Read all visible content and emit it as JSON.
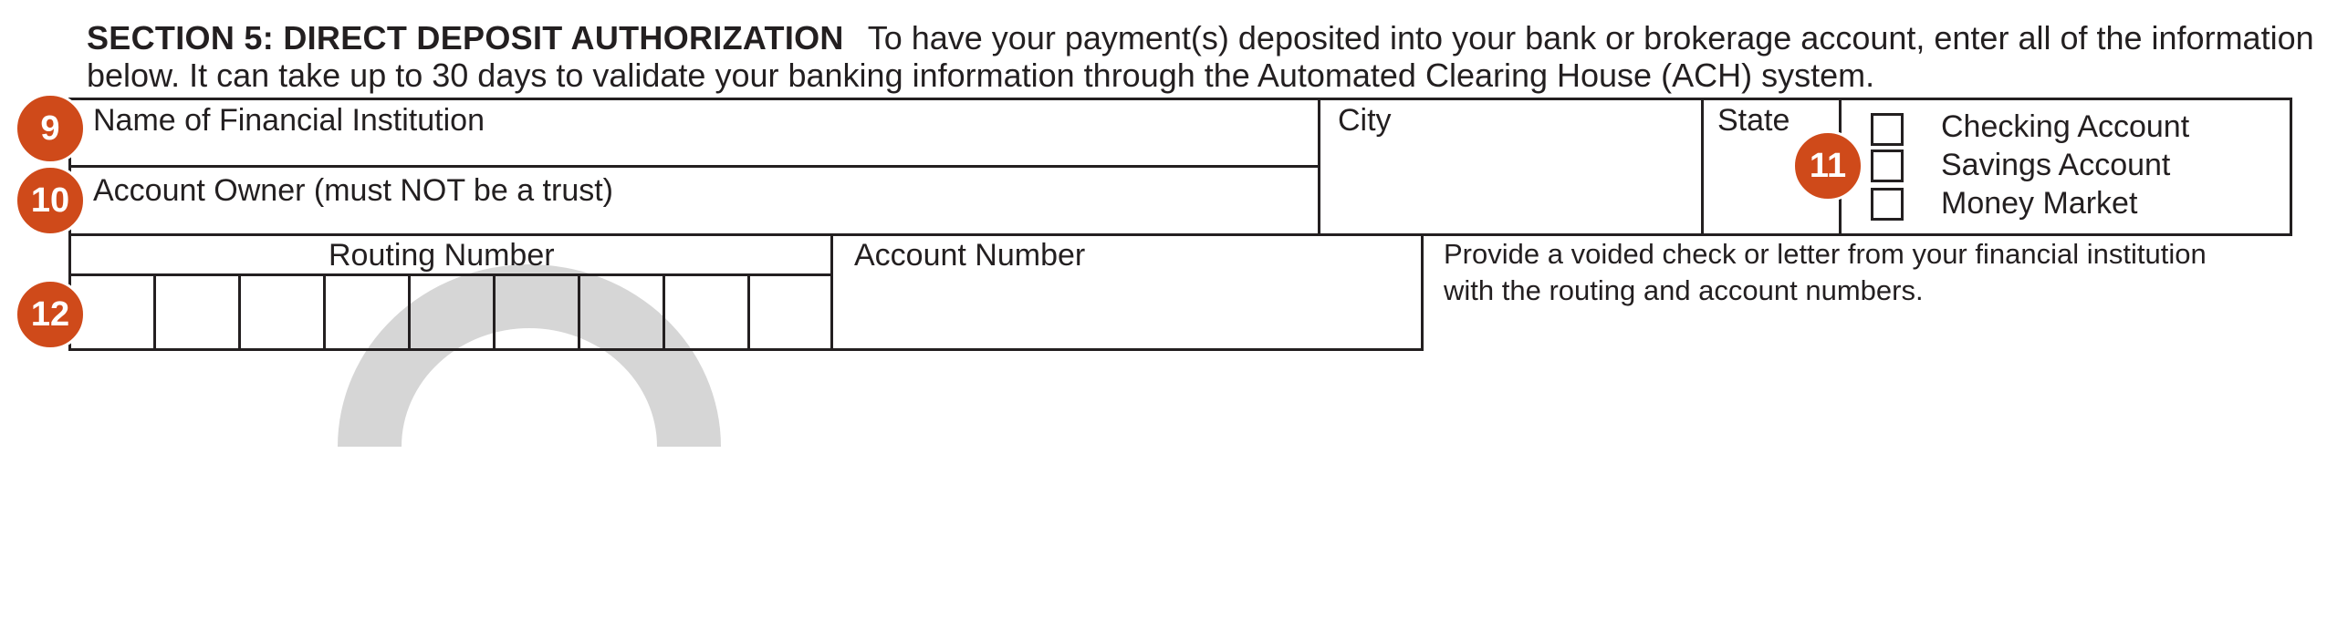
{
  "section": {
    "title": "SECTION 5: DIRECT DEPOSIT AUTHORIZATION",
    "intro_line1": "To have your payment(s) deposited into your bank or brokerage account, enter all of the information",
    "intro_line2": "below. It can take up to 30 days to validate your banking information through the Automated Clearing House (ACH) system."
  },
  "fields": {
    "financial_institution": "Name of Financial Institution",
    "city": "City",
    "state": "State",
    "account_owner": "Account Owner (must NOT be a trust)",
    "routing_number": "Routing Number",
    "account_number": "Account Number",
    "voided_check_line1": "Provide a voided check or letter from your financial institution",
    "voided_check_line2": "with the routing and account numbers."
  },
  "account_types": {
    "checking": "Checking Account",
    "savings": "Savings Account",
    "money_market": "Money Market"
  },
  "badges": {
    "b9": "9",
    "b10": "10",
    "b11": "11",
    "b12": "12"
  },
  "colors": {
    "badge": "#cf4a1a",
    "ink": "#231f20",
    "watermark": "#d6d6d6"
  }
}
